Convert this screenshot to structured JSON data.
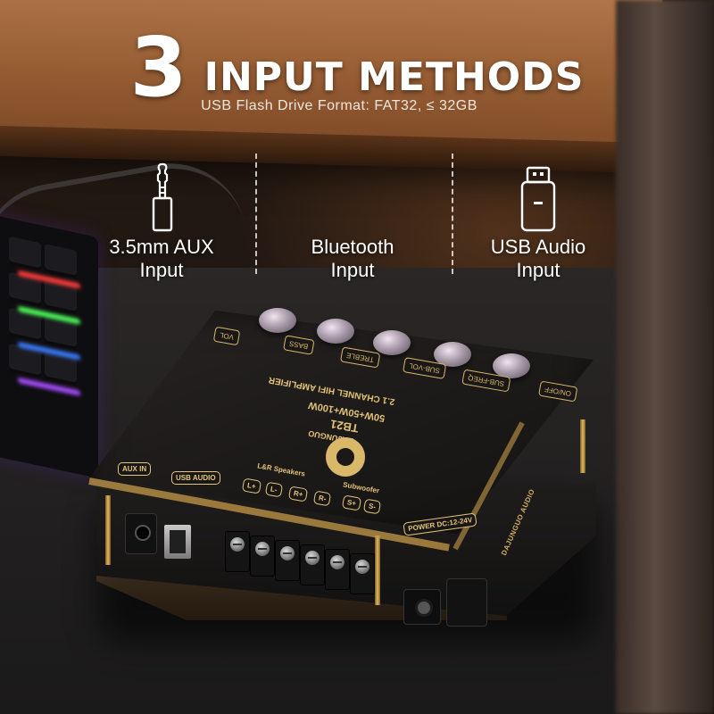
{
  "headline": {
    "number": "3",
    "text": "INPUT METHODS"
  },
  "subline": "USB Flash Drive Format: FAT32, ≤ 32GB",
  "methods": [
    {
      "icon": "aux-jack-icon",
      "label_line1": "3.5mm AUX",
      "label_line2": "Input"
    },
    {
      "icon": "none",
      "label_line1": "Bluetooth",
      "label_line2": "Input"
    },
    {
      "icon": "usb-drive-icon",
      "label_line1": "USB Audio",
      "label_line2": "Input"
    }
  ],
  "board": {
    "model": "TB21",
    "power_spec": "50W+50W+100W",
    "title": "2.1 CHANNEL HIFI AMPLIFIER",
    "brand": "DAJUNGUO",
    "side_brand": "DAJUNGUO AUDIO",
    "ports": {
      "aux_in": "AUX IN",
      "usb_audio": "USB AUDIO",
      "speakers_group": "L&R Speakers",
      "speaker_terms": [
        "L+",
        "L-",
        "R+",
        "R-"
      ],
      "subwoofer_group": "Subwoofer",
      "subwoofer_terms": [
        "S+",
        "S-"
      ],
      "power": "POWER",
      "power_spec": "DC:12-24V"
    },
    "knob_labels": [
      "VOL",
      "BASS",
      "TREBLE",
      "SUB-VOL",
      "SUB-FREQ",
      "ON/OFF"
    ]
  },
  "colors": {
    "silkscreen": "#e2c277",
    "text": "#ffffff"
  }
}
